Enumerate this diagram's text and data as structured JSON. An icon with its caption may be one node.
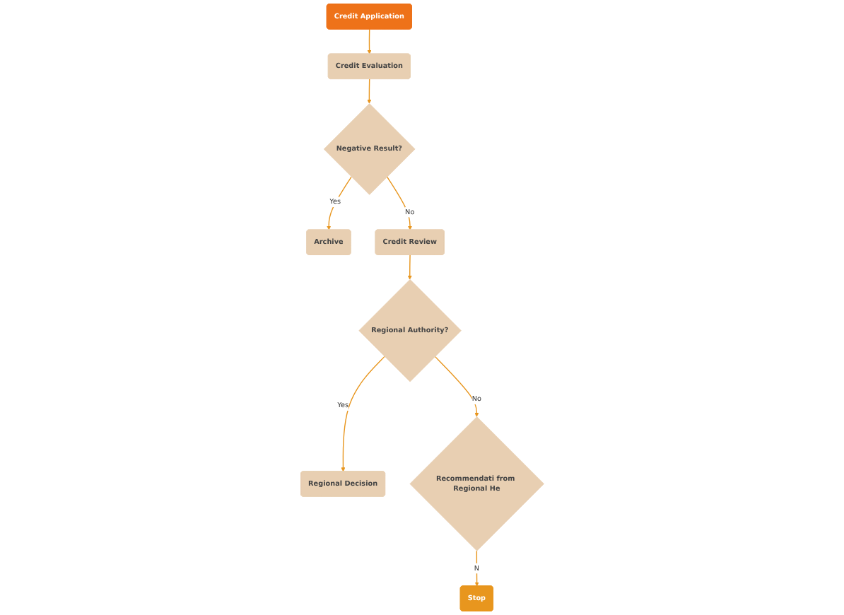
{
  "diagram": {
    "nodes": [
      {
        "text": [
          "Credit Application"
        ]
      },
      {
        "text": [
          "Credit Evaluation"
        ]
      },
      {
        "text": [
          "Negative Result?"
        ]
      },
      {
        "text": [
          "Archive"
        ]
      },
      {
        "text": [
          "Credit Review"
        ]
      },
      {
        "text": [
          "Regional Authority?"
        ]
      },
      {
        "text": [
          "Regional Decision"
        ]
      },
      {
        "text": [
          "Recommendati from Regional He"
        ]
      },
      {
        "text": [
          "Stop"
        ]
      }
    ],
    "edges": [
      {
        "from": 0,
        "to": 1,
        "arrow": "to"
      },
      {
        "from": 1,
        "to": 2,
        "arrow": "to"
      },
      {
        "from": 2,
        "to": 3,
        "arrow": "to",
        "label": "Yes"
      },
      {
        "from": 2,
        "to": 4,
        "arrow": "to",
        "label": "No"
      },
      {
        "from": 4,
        "to": 5,
        "arrow": "to"
      },
      {
        "from": 5,
        "to": 6,
        "arrow": "to",
        "label": "Yes"
      },
      {
        "from": 5,
        "to": 7,
        "arrow": "to",
        "label": "No"
      },
      {
        "from": 7,
        "to": 8,
        "arrow": "to",
        "label": "N"
      }
    ]
  }
}
